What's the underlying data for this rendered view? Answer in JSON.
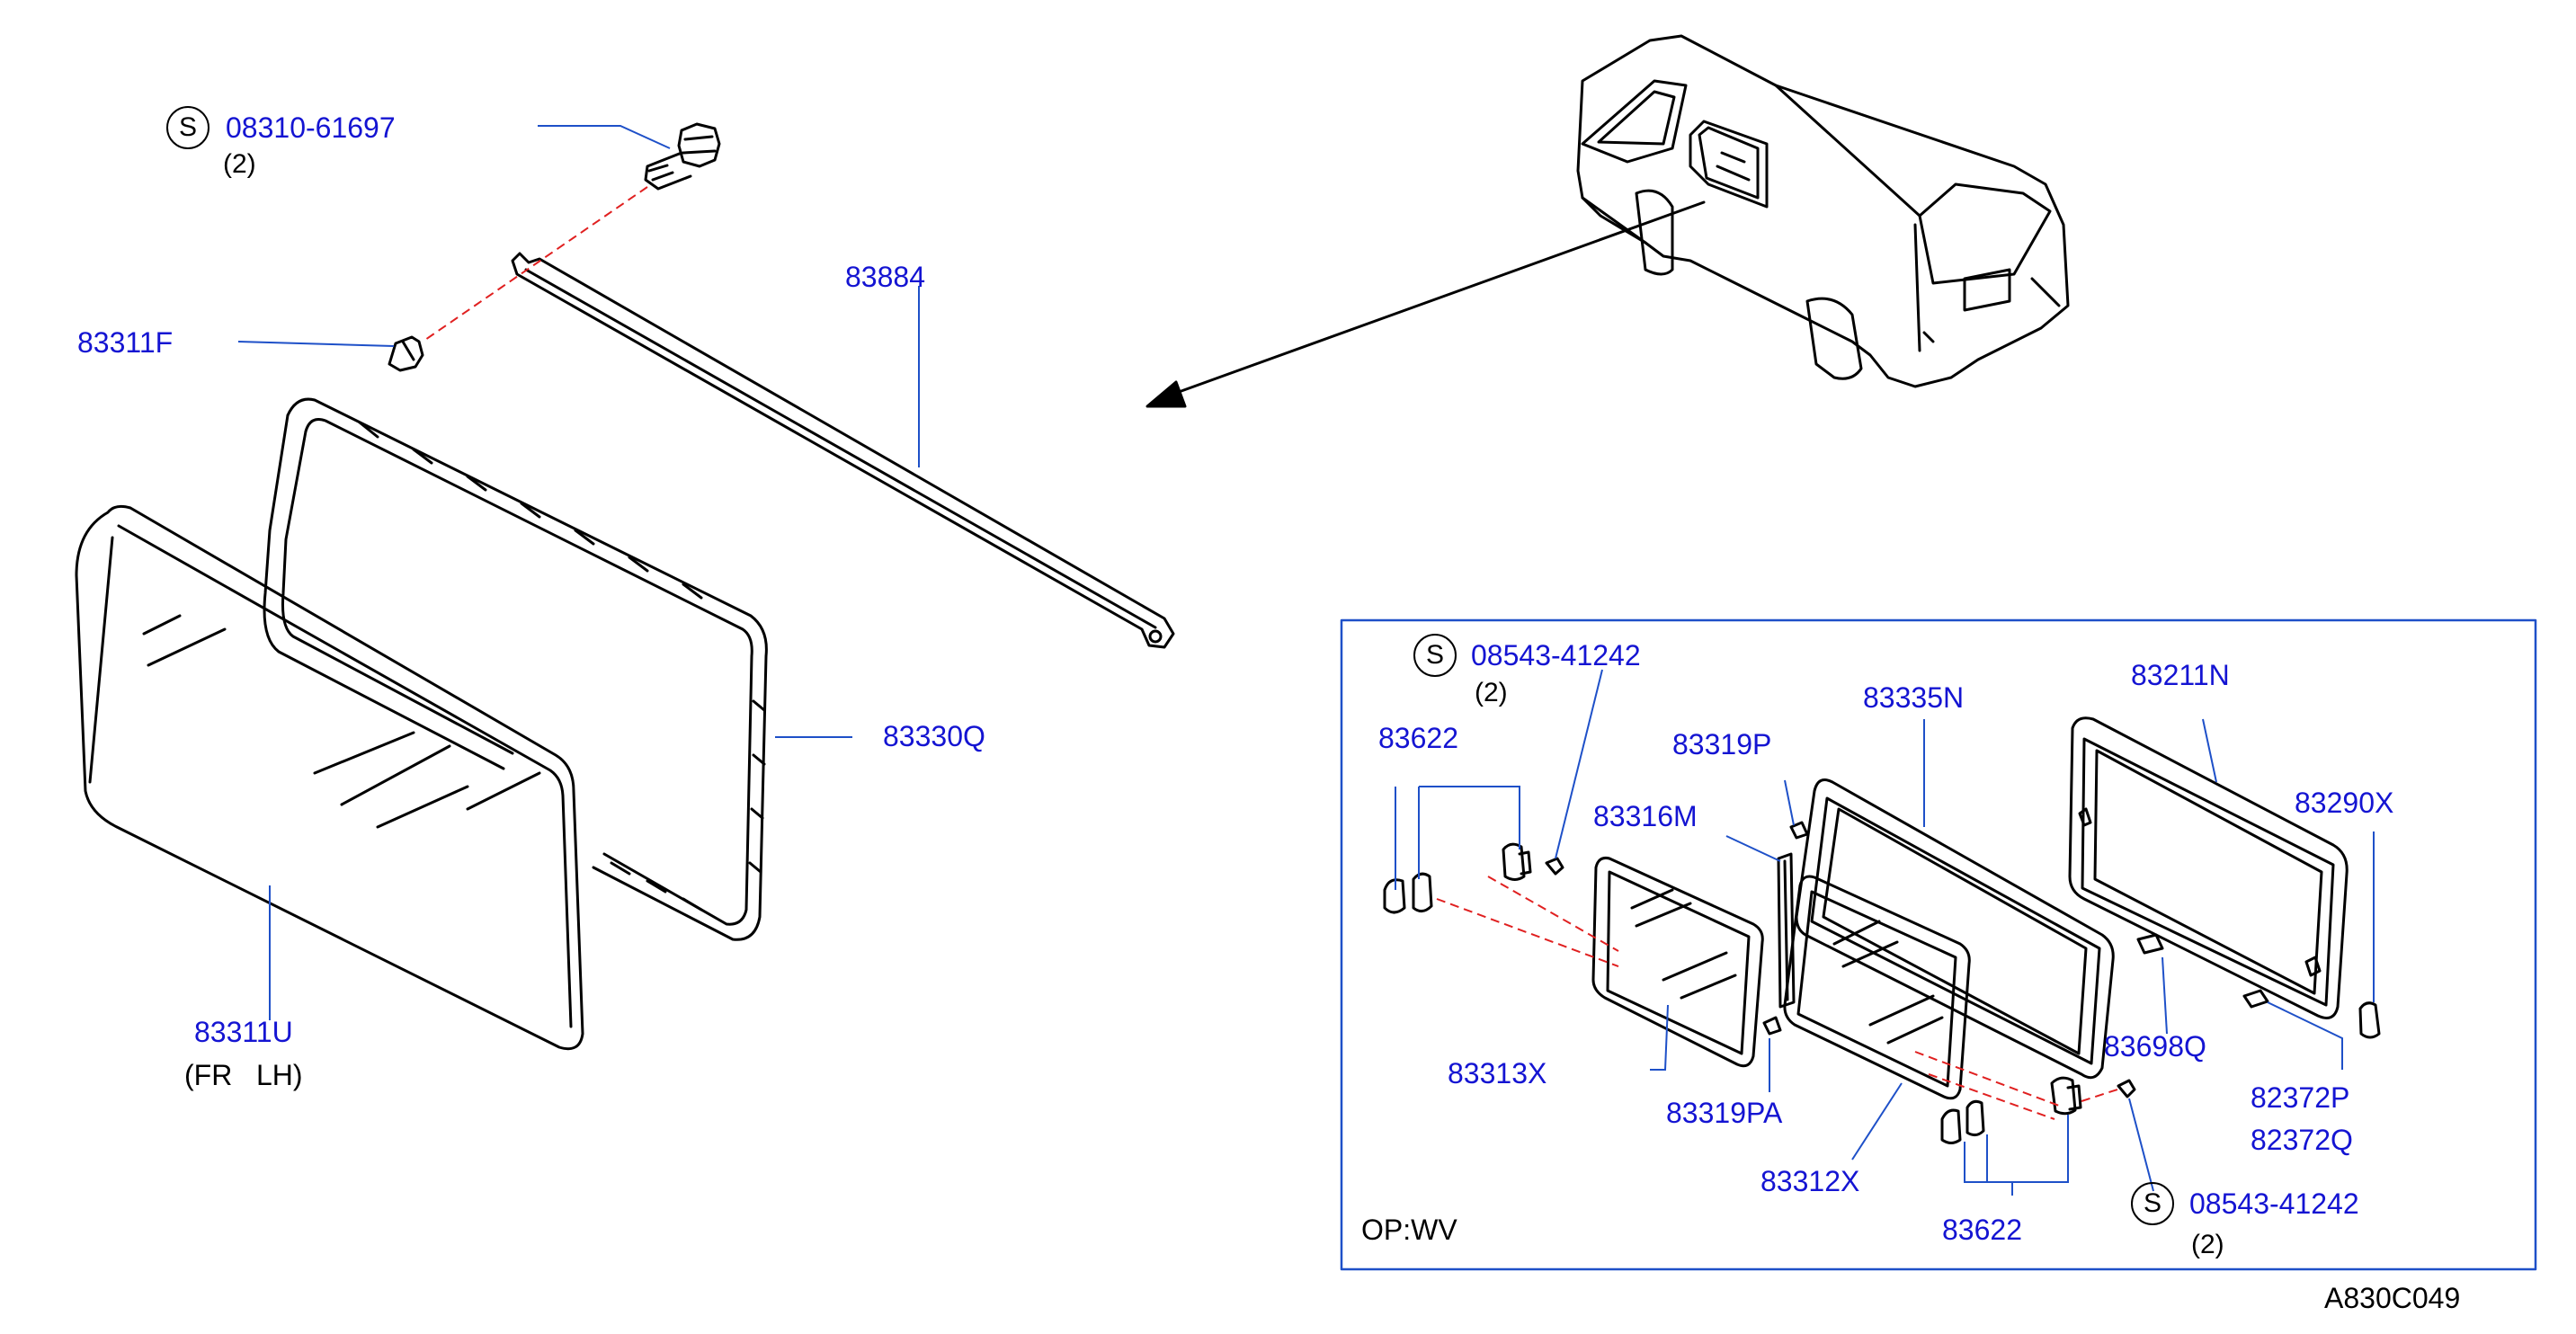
{
  "diagram_id": "A830C049",
  "option_label": "OP:WV",
  "main_parts": {
    "bolt": {
      "symbol": "S",
      "part_no": "08310-61697",
      "qty": "(2)"
    },
    "clip": "83311F",
    "moulding": "83884",
    "weatherstrip": "83330Q",
    "glass": "83311U",
    "glass_note": "(FR   LH)"
  },
  "inset_parts": {
    "screw_top": {
      "symbol": "S",
      "part_no": "08543-41242",
      "qty": "(2)"
    },
    "screw_bottom": {
      "symbol": "S",
      "part_no": "08543-41242",
      "qty": "(2)"
    },
    "latch_top": "83622",
    "latch_bottom": "83622",
    "stopper_top": "83319P",
    "stopper_bottom": "83319PA",
    "division_bar": "83316M",
    "frame": "83335N",
    "finisher": "83211N",
    "clip_right": "83290X",
    "rear_glass": "83313X",
    "front_glass": "83312X",
    "bracket": "83698Q",
    "grommet_a": "82372P",
    "grommet_b": "82372Q"
  },
  "colors": {
    "callout": "#1414d2",
    "leader": "#1e50c8",
    "dash": "#e02020",
    "line": "#000000"
  }
}
